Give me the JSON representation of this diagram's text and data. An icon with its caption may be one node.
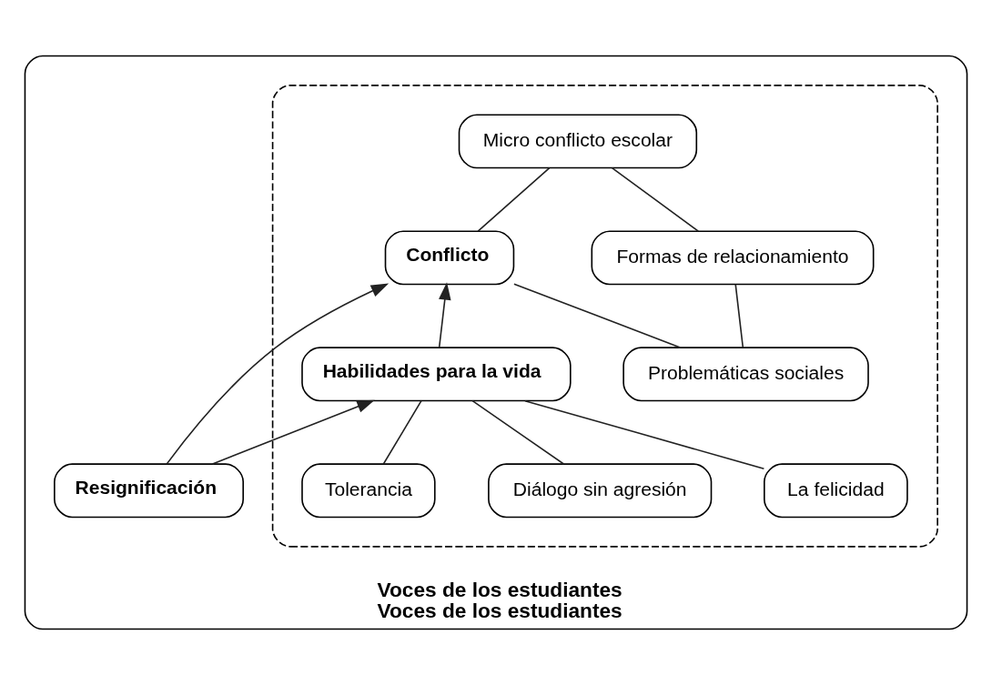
{
  "diagram": {
    "nodes": [
      {
        "text": [
          "Voces de los estudiantes",
          "Voces de los estudiantes"
        ]
      },
      {
        "text": [],
        "shape": "ellipse",
        "in": 0
      },
      {
        "text": [
          "Problemáticas sociales"
        ],
        "in": 1
      },
      {
        "text": [
          "Conflicto"
        ],
        "in": 1
      },
      {
        "text": [
          "Formas de relacionamiento"
        ],
        "in": 1
      },
      {
        "text": [
          "Resignificación"
        ],
        "in": 0
      },
      {
        "text": [
          "Micro conflicto escolar"
        ],
        "in": 1
      },
      {
        "text": [
          "La felicidad"
        ],
        "in": 1
      },
      {
        "text": [
          "Habilidades para la vida"
        ],
        "in": 1
      },
      {
        "text": [
          "Diálogo sin agresión"
        ],
        "in": 1
      },
      {
        "text": [
          "Tolerancia"
        ],
        "in": 1
      }
    ],
    "edges": [
      {
        "from": 2,
        "to": 3,
        "arrow": "none"
      },
      {
        "from": 2,
        "to": 4,
        "arrow": "none"
      },
      {
        "from": 4,
        "to": 6,
        "arrow": "none"
      },
      {
        "from": 3,
        "to": 6,
        "arrow": "none"
      },
      {
        "from": 8,
        "to": 3,
        "arrow": "to"
      },
      {
        "from": 5,
        "to": 3,
        "arrow": "to"
      },
      {
        "from": 5,
        "to": 8,
        "arrow": "to"
      },
      {
        "from": 7,
        "to": 8,
        "arrow": "none"
      },
      {
        "from": 9,
        "to": 8,
        "arrow": "none"
      },
      {
        "from": 10,
        "to": 8,
        "arrow": "none"
      }
    ]
  }
}
